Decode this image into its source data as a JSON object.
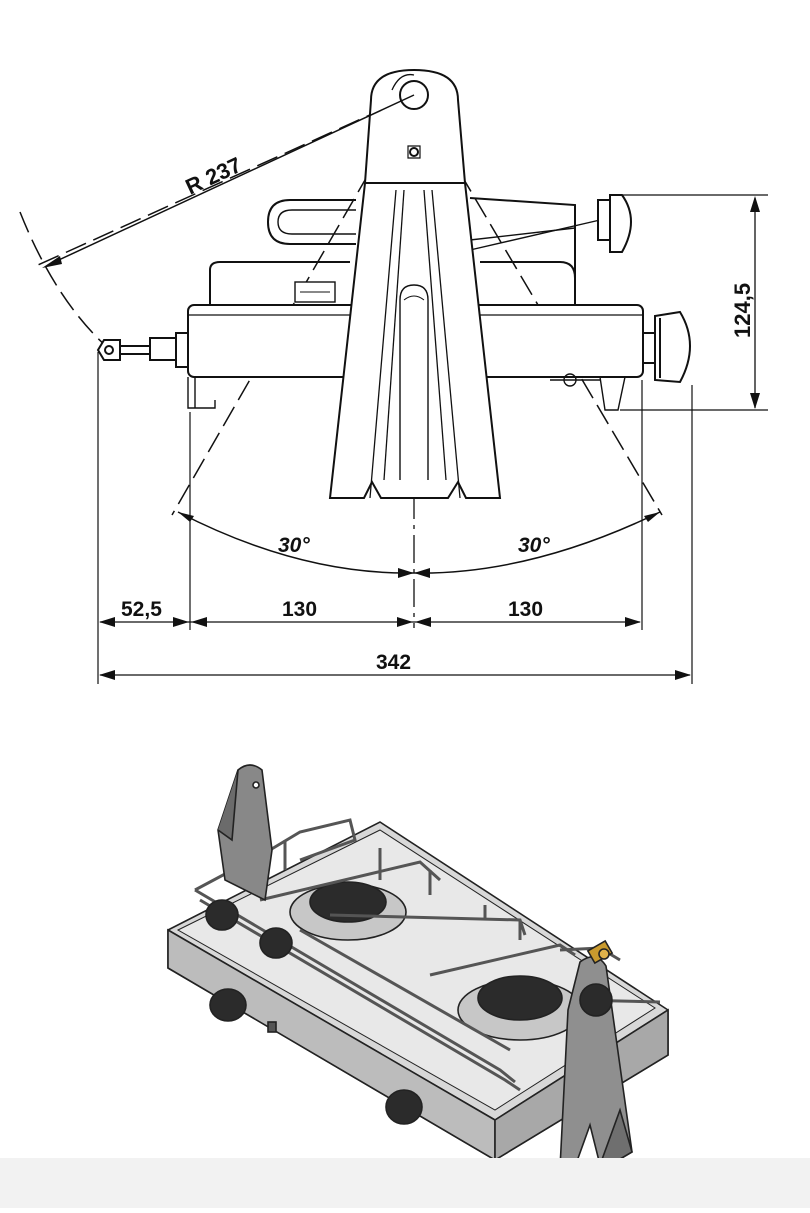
{
  "drawing": {
    "radius_label": "R 237",
    "height_label": "124,5",
    "angle_left_label": "30°",
    "angle_right_label": "30°",
    "width_left_offset": "52,5",
    "width_left_half": "130",
    "width_right_half": "130",
    "total_width": "342"
  },
  "colors": {
    "line": "#111111",
    "steel": "#d6d6d6",
    "knob": "#2b2b2b",
    "brass": "#c99a2e"
  }
}
